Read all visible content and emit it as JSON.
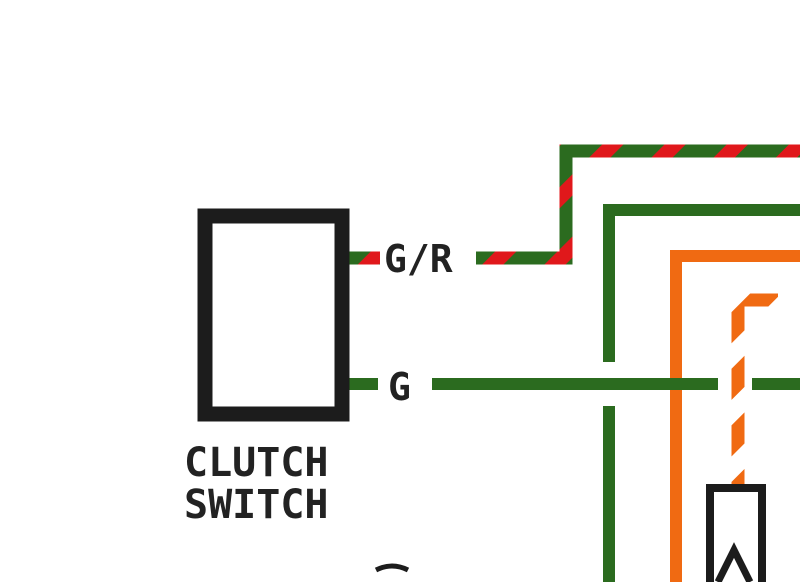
{
  "colors": {
    "green": "#2b6b1f",
    "red": "#e0181b",
    "orange": "#f06a12",
    "white": "#ffffff",
    "black": "#1c1c1c"
  },
  "component": {
    "name_line1": "CLUTCH",
    "name_line2": "SWITCH"
  },
  "wires": {
    "green_red": {
      "label": "G/R",
      "base_color": "green",
      "stripe_color": "red"
    },
    "green": {
      "label": "G",
      "base_color": "green"
    },
    "orange_white": {
      "base_color": "orange",
      "stripe_color": "white"
    }
  }
}
